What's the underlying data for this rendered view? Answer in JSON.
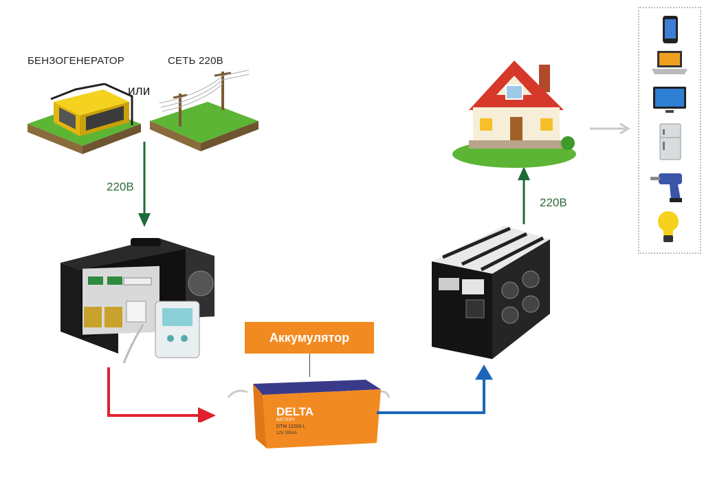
{
  "sources": {
    "generator_label": "БЕНЗОГЕНЕРАТОР",
    "grid_label": "СЕТЬ 220В",
    "or_label": "или"
  },
  "flow": {
    "input_voltage": "220В",
    "output_voltage": "220В"
  },
  "battery": {
    "title": "Аккумулятор",
    "brand": "DELTA",
    "brand_sub": "BATTERY",
    "model": "DTM 12200 L",
    "spec": "12V 200Ah"
  },
  "consumers": [
    "phone",
    "laptop",
    "tv",
    "fridge",
    "drill",
    "lightbulb"
  ],
  "colors": {
    "green_arrow": "#1f6a3a",
    "red_arrow": "#e0202c",
    "blue_arrow": "#1a66b8",
    "gray_arrow": "#c8c8c8",
    "battery_orange": "#f28a22",
    "grass": "#5cb534"
  }
}
